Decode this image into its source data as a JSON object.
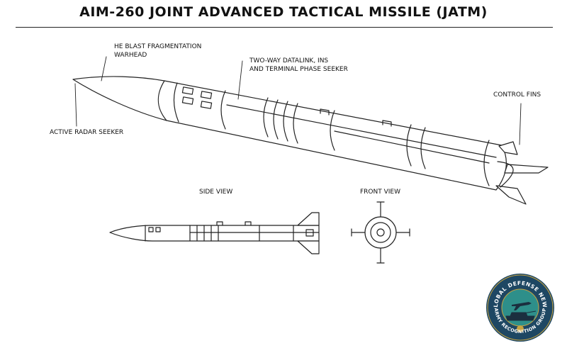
{
  "title": "AIM-260  JOINT ADVANCED TACTICAL MISSILE (JATM)",
  "labels": {
    "warhead": "HE BLAST FRAGMENTATION\nWARHEAD",
    "datalink": "TWO-WAY DATALINK, INS\nAND TERMINAL PHASE SEEKER",
    "control_fins": "CONTROL FINS",
    "seeker": "ACTIVE RADAR SEEKER",
    "side_view": "SIDE VIEW",
    "front_view": "FRONT VIEW"
  },
  "logo": {
    "ring_top": "GLOBAL DEFENSE NEWS",
    "ring_bottom": "ARMY RECOGNITION GROUP",
    "colors": {
      "ring": "#1e4763",
      "teal": "#2e8f8a",
      "gold": "#c9a441"
    }
  }
}
